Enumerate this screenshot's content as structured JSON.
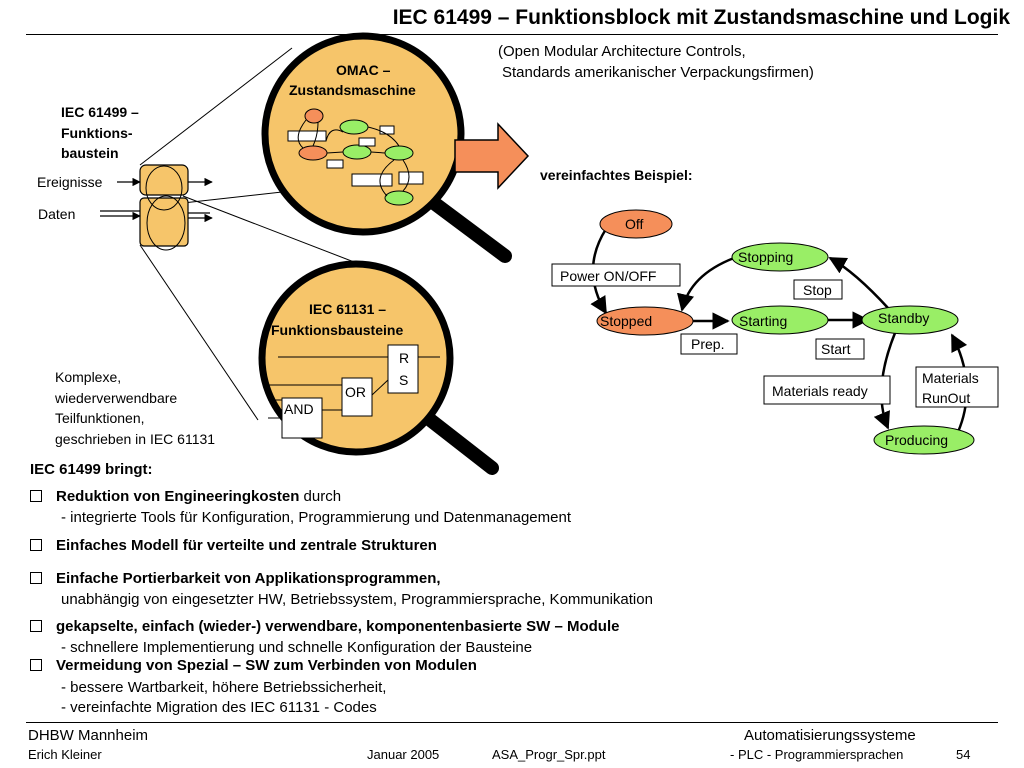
{
  "title": "IEC 61499 – Funktionsblock mit Zustandsmaschine und Logik",
  "omac_note": {
    "line1": "(Open Modular Architecture Controls,",
    "line2": "Standards amerikanischer Verpackungsfirmen)"
  },
  "fb": {
    "label_line1": "IEC 61499 –",
    "label_line2": "Funktions-",
    "label_line3": "baustein",
    "events": "Ereignisse",
    "data": "Daten"
  },
  "omac_lens": {
    "line1": "OMAC –",
    "line2": "Zustandsmaschine"
  },
  "iec61131_lens": {
    "line1": "IEC 61131 –",
    "line2": "Funktionsbausteine",
    "or": "OR",
    "and": "AND",
    "r": "R",
    "s": "S"
  },
  "komplex": {
    "line1": "Komplexe,",
    "line2": "wiederverwendbare",
    "line3": "Teilfunktionen,",
    "line4": "geschrieben in IEC 61131"
  },
  "example": {
    "heading": "vereinfachtes Beispiel:",
    "states": {
      "off": "Off",
      "stopping": "Stopping",
      "stopped": "Stopped",
      "starting": "Starting",
      "standby": "Standby",
      "producing": "Producing"
    },
    "transitions": {
      "power": "Power ON/OFF",
      "stop": "Stop",
      "prep": "Prep.",
      "start": "Start",
      "materials_ready": "Materials ready",
      "runout_line1": "Materials",
      "runout_line2": "RunOut"
    },
    "colors": {
      "orange_state": "#F58F5A",
      "green_state": "#99EE66"
    }
  },
  "benefits": {
    "heading": "IEC 61499 bringt:",
    "items": [
      {
        "bold": "Reduktion von Engineeringkosten",
        "rest": " durch",
        "sub": [
          "- integrierte Tools für Konfiguration, Programmierung und Datenmanagement"
        ]
      },
      {
        "bold": "Einfaches Modell für verteilte und zentrale Strukturen",
        "rest": "",
        "sub": []
      },
      {
        "bold": "Einfache Portierbarkeit von Applikationsprogrammen,",
        "rest": "",
        "sub": [
          "unabhängig von  eingesetzter HW, Betriebssystem, Programmiersprache, Kommunikation"
        ]
      },
      {
        "bold": "gekapselte, einfach (wieder-) verwendbare, komponentenbasierte SW – Module",
        "rest": "",
        "sub": [
          "- schnellere Implementierung und schnelle Konfiguration der Bausteine"
        ]
      },
      {
        "bold": "Vermeidung von Spezial – SW zum Verbinden von Modulen",
        "rest": "",
        "sub": [
          "- bessere Wartbarkeit, höhere Betriebssicherheit,",
          "- vereinfachte Migration des IEC 61131 - Codes"
        ]
      }
    ]
  },
  "footer": {
    "org": "DHBW  Mannheim",
    "author": "Erich Kleiner",
    "date": "Januar 2005",
    "file": "ASA_Progr_Spr.ppt",
    "course": "Automatisierungssysteme",
    "topic": "- PLC - Programmiersprachen",
    "page": "54"
  }
}
